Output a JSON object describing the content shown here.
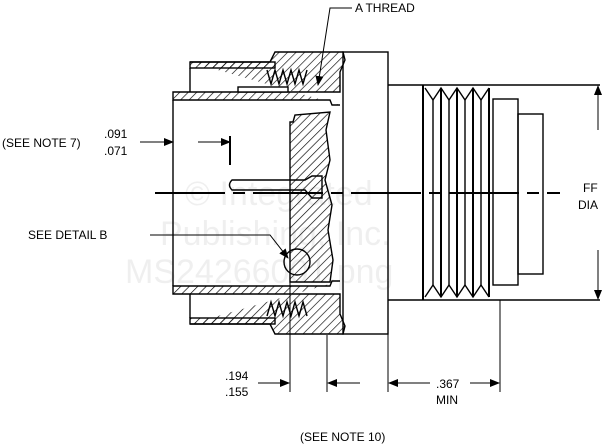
{
  "labels": {
    "a_thread": "A  THREAD",
    "see_note_7": "(SEE NOTE 7)",
    "dim_091": ".091",
    "dim_071": ".071",
    "see_detail_b": "SEE DETAIL  B",
    "ff": "FF",
    "dia": "DIA",
    "dim_194": ".194",
    "dim_155": ".155",
    "dim_367": ".367",
    "min": "MIN",
    "see_note_10": "(SEE NOTE 10)"
  },
  "watermark": [
    "© Integrated",
    "Publishing, Inc.",
    "MS24266001.png"
  ],
  "colors": {
    "line": "#000000",
    "background": "#ffffff"
  }
}
